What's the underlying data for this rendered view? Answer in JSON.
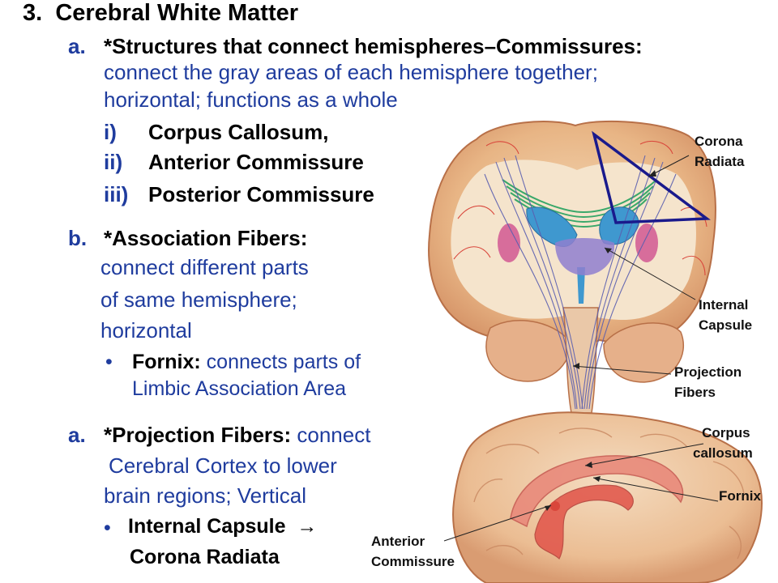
{
  "heading": {
    "number": "3.",
    "title": "Cerebral White Matter"
  },
  "section_a1": {
    "marker": "a.",
    "title": "*Structures that connect hemispheres–Commissures:",
    "desc_line1": "connect the gray areas of each hemisphere together;",
    "desc_line2": "horizontal; functions as a whole",
    "items": [
      {
        "marker": "i)",
        "text": "Corpus Callosum,"
      },
      {
        "marker": "ii)",
        "text": "Anterior Commissure"
      },
      {
        "marker": "iii)",
        "text": "Posterior Commissure"
      }
    ]
  },
  "section_b": {
    "marker": "b.",
    "title": "*Association Fibers:",
    "desc_line1": "connect different parts",
    "desc_line2": "of same hemisphere;",
    "desc_line3": "horizontal",
    "bullet": {
      "symbol": "•",
      "bold": "Fornix:",
      "text": " connects parts of",
      "line2": "Limbic Association Area"
    }
  },
  "section_a2": {
    "marker": "a.",
    "title": "*Projection Fibers:",
    "title_tail": " connect",
    "desc_line1": "Cerebral Cortex to lower",
    "desc_line2": "brain regions; Vertical",
    "bullet": {
      "symbol": "•",
      "line1": "Internal Capsule",
      "arrow": "→",
      "line2": "Corona Radiata"
    }
  },
  "labels": {
    "corona_radiata": [
      "Corona",
      "Radiata"
    ],
    "internal_capsule": [
      "Internal",
      "Capsule"
    ],
    "projection_fibers": [
      "Projection",
      "Fibers"
    ],
    "corpus_callosum": [
      "Corpus",
      "callosum"
    ],
    "fornix": "Fornix",
    "anterior_commissure": [
      "Anterior",
      "Commissure"
    ]
  },
  "colors": {
    "text_blue": "#1f3c9e",
    "brain_tan": "#e9b98c",
    "cortex_pink": "#d7897a",
    "ventricle_blue": "#3f98cf",
    "fornix_red": "#e2574a",
    "highlight_navy": "#1a1a8c"
  }
}
